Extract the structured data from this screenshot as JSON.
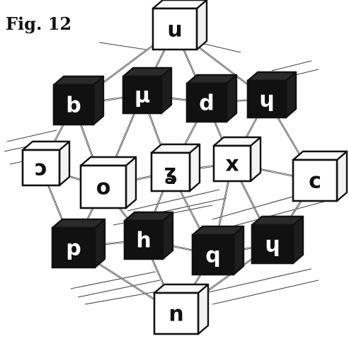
{
  "figure": {
    "label": "Fig. 12",
    "cubes": [
      {
        "id": "top",
        "letter": "u",
        "dark": false
      },
      {
        "id": "upper-1",
        "letter": "b",
        "dark": true
      },
      {
        "id": "upper-2",
        "letter": "µ",
        "dark": true
      },
      {
        "id": "upper-3",
        "letter": "d",
        "dark": true
      },
      {
        "id": "upper-4",
        "letter": "ɥ",
        "dark": true
      },
      {
        "id": "mid-left",
        "letter": "ɔ",
        "dark": false
      },
      {
        "id": "mid-o",
        "letter": "o",
        "dark": false
      },
      {
        "id": "mid-center",
        "letter": "ʓ",
        "dark": false
      },
      {
        "id": "mid-x",
        "letter": "x",
        "dark": false
      },
      {
        "id": "mid-right",
        "letter": "c",
        "dark": false
      },
      {
        "id": "lower-1",
        "letter": "p",
        "dark": true
      },
      {
        "id": "lower-2",
        "letter": "h",
        "dark": true
      },
      {
        "id": "lower-3",
        "letter": "q",
        "dark": true
      },
      {
        "id": "lower-4",
        "letter": "ɥ",
        "dark": true
      },
      {
        "id": "bottom",
        "letter": "n",
        "dark": false
      }
    ]
  }
}
